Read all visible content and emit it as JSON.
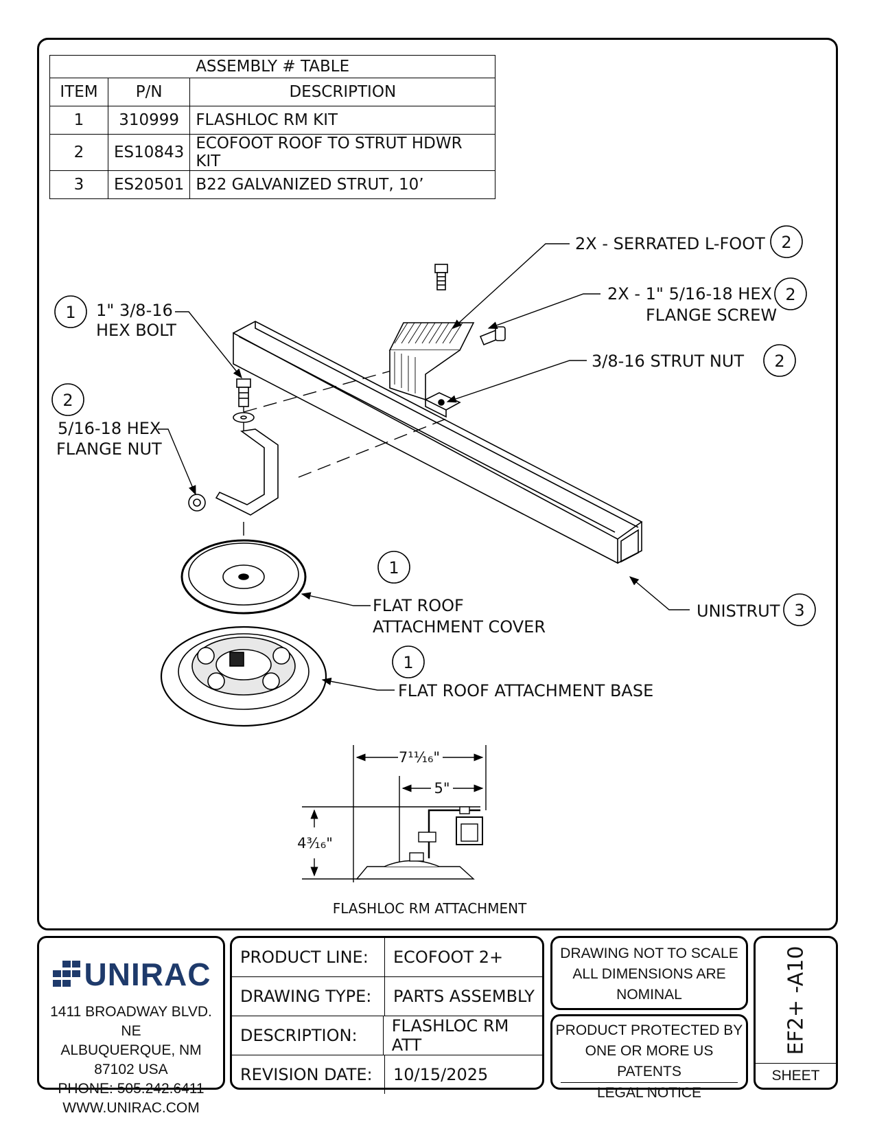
{
  "assembly_table": {
    "title": "ASSEMBLY # TABLE",
    "headers": [
      "ITEM",
      "P/N",
      "DESCRIPTION"
    ],
    "rows": [
      {
        "item": "1",
        "pn": "310999",
        "desc": "FLASHLOC RM KIT"
      },
      {
        "item": "2",
        "pn": "ES10843",
        "desc": "ECOFOOT ROOF TO STRUT HDWR KIT"
      },
      {
        "item": "3",
        "pn": "ES20501",
        "desc": "B22 GALVANIZED STRUT, 10’"
      }
    ]
  },
  "callouts": {
    "lfoot": {
      "text": "2X - SERRATED L-FOOT",
      "num": "2"
    },
    "flange_screw_1": {
      "text": "2X - 1\" 5/16-18 HEX",
      "text2": "FLANGE SCREW",
      "num": "2"
    },
    "strut_nut": {
      "text": "3/8-16 STRUT NUT",
      "num": "2"
    },
    "hex_bolt": {
      "text": "1\" 3/8-16",
      "text2": "HEX BOLT",
      "num": "1"
    },
    "flange_nut": {
      "text": "5/16-18 HEX",
      "text2": "FLANGE NUT",
      "num": "2"
    },
    "cover": {
      "text": "FLAT ROOF",
      "text2": "ATTACHMENT COVER",
      "num": "1"
    },
    "unistrut": {
      "text": "UNISTRUT",
      "num": "3"
    },
    "base": {
      "text": "FLAT ROOF ATTACHMENT BASE",
      "num": "1"
    }
  },
  "dimensions": {
    "overall_width": "7¹¹⁄₁₆\"",
    "width": "5\"",
    "height": "4³⁄₁₆\""
  },
  "view_caption": "FLASHLOC RM ATTACHMENT",
  "company": {
    "name": "UNIRAC",
    "address1": "1411 BROADWAY BLVD. NE",
    "address2": "ALBUQUERQUE, NM 87102 USA",
    "phone": "PHONE: 505.242.6411",
    "web": "WWW.UNIRAC.COM"
  },
  "title_block": {
    "product_line_label": "PRODUCT LINE:",
    "product_line": "ECOFOOT 2+",
    "drawing_type_label": "DRAWING TYPE:",
    "drawing_type": "PARTS ASSEMBLY",
    "description_label": "DESCRIPTION:",
    "description": "FLASHLOC RM ATT",
    "revision_label": "REVISION DATE:",
    "revision_date": "10/15/2025"
  },
  "notes": {
    "scale1": "DRAWING NOT TO SCALE",
    "scale2": "ALL DIMENSIONS ARE",
    "scale3": "NOMINAL",
    "patent1": "PRODUCT PROTECTED BY",
    "patent2": "ONE OR MORE US PATENTS",
    "legal": "LEGAL NOTICE"
  },
  "sheet": {
    "number": "EF2+ -A10",
    "label": "SHEET"
  }
}
